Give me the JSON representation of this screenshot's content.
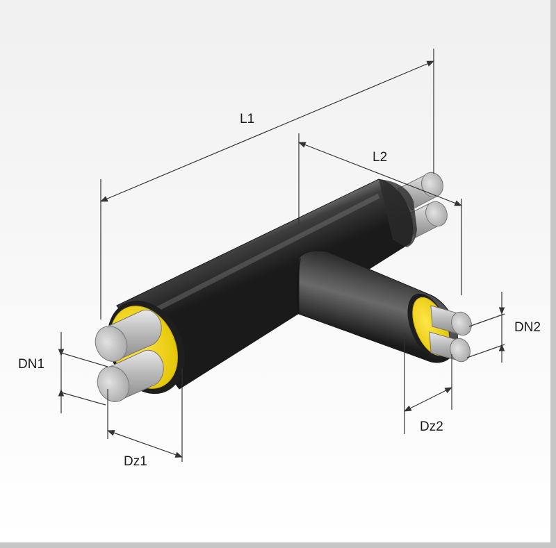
{
  "labels": {
    "L1": "L1",
    "L2": "L2",
    "DN1": "DN1",
    "DN2": "DN2",
    "Dz1": "Dz1",
    "Dz2": "Dz2"
  },
  "colors": {
    "jacket": "#2b2b2b",
    "insulation": "#f2d400",
    "steel": "#b8b8b8",
    "dimension_line": "#333333",
    "background": "#f2f2f2",
    "border": "#c6c6c6"
  }
}
